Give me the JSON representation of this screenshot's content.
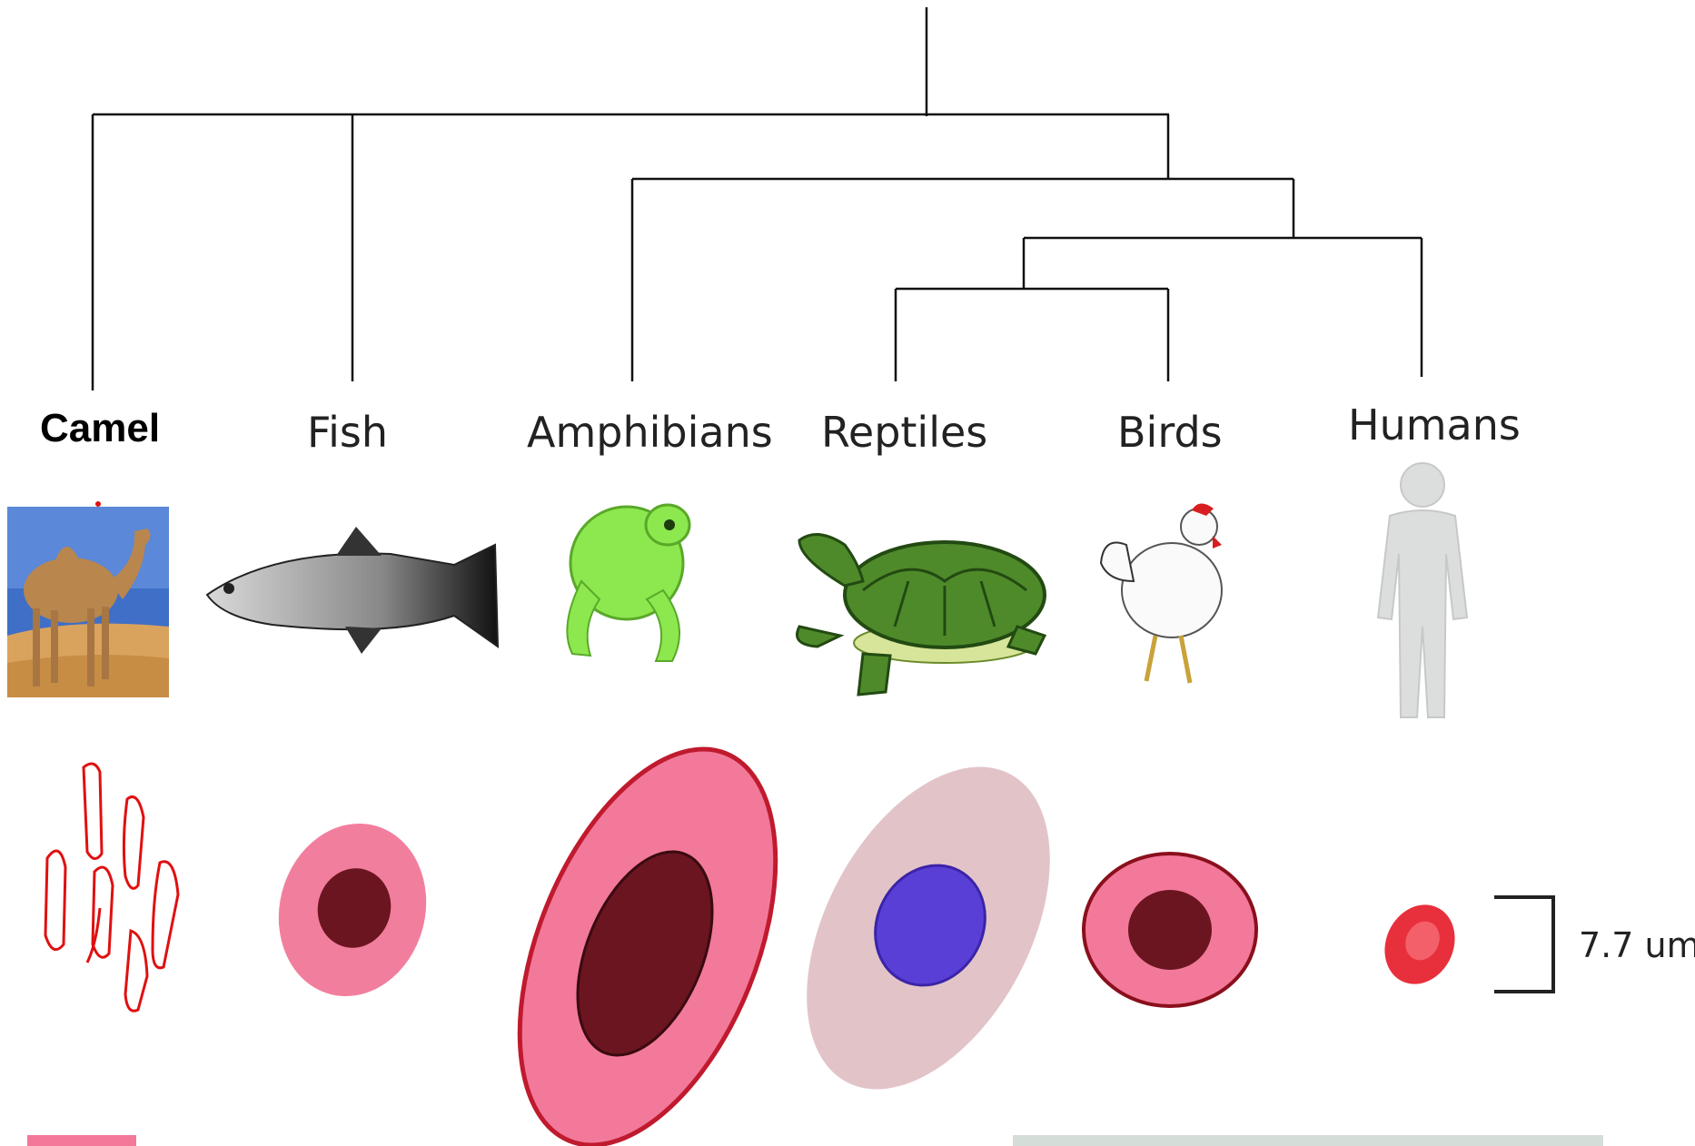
{
  "taxa": [
    {
      "id": "camel",
      "label": "Camel"
    },
    {
      "id": "fish",
      "label": "Fish"
    },
    {
      "id": "amphibians",
      "label": "Amphibians"
    },
    {
      "id": "reptiles",
      "label": "Reptiles"
    },
    {
      "id": "birds",
      "label": "Birds"
    },
    {
      "id": "humans",
      "label": "Humans"
    }
  ],
  "scale_bar": {
    "label": "7.7 um"
  },
  "colors": {
    "cell_pink": "#f2799a",
    "nucleus": "#6b1520",
    "reptile_cell": "#e2c4c8",
    "reptile_nucleus": "#5a3fd6",
    "human_cell": "#e8303c",
    "annotation_red": "#e01010"
  },
  "icons": [
    "camel-photo",
    "fish-icon",
    "frog-icon",
    "turtle-icon",
    "chicken-icon",
    "human-silhouette-icon"
  ]
}
